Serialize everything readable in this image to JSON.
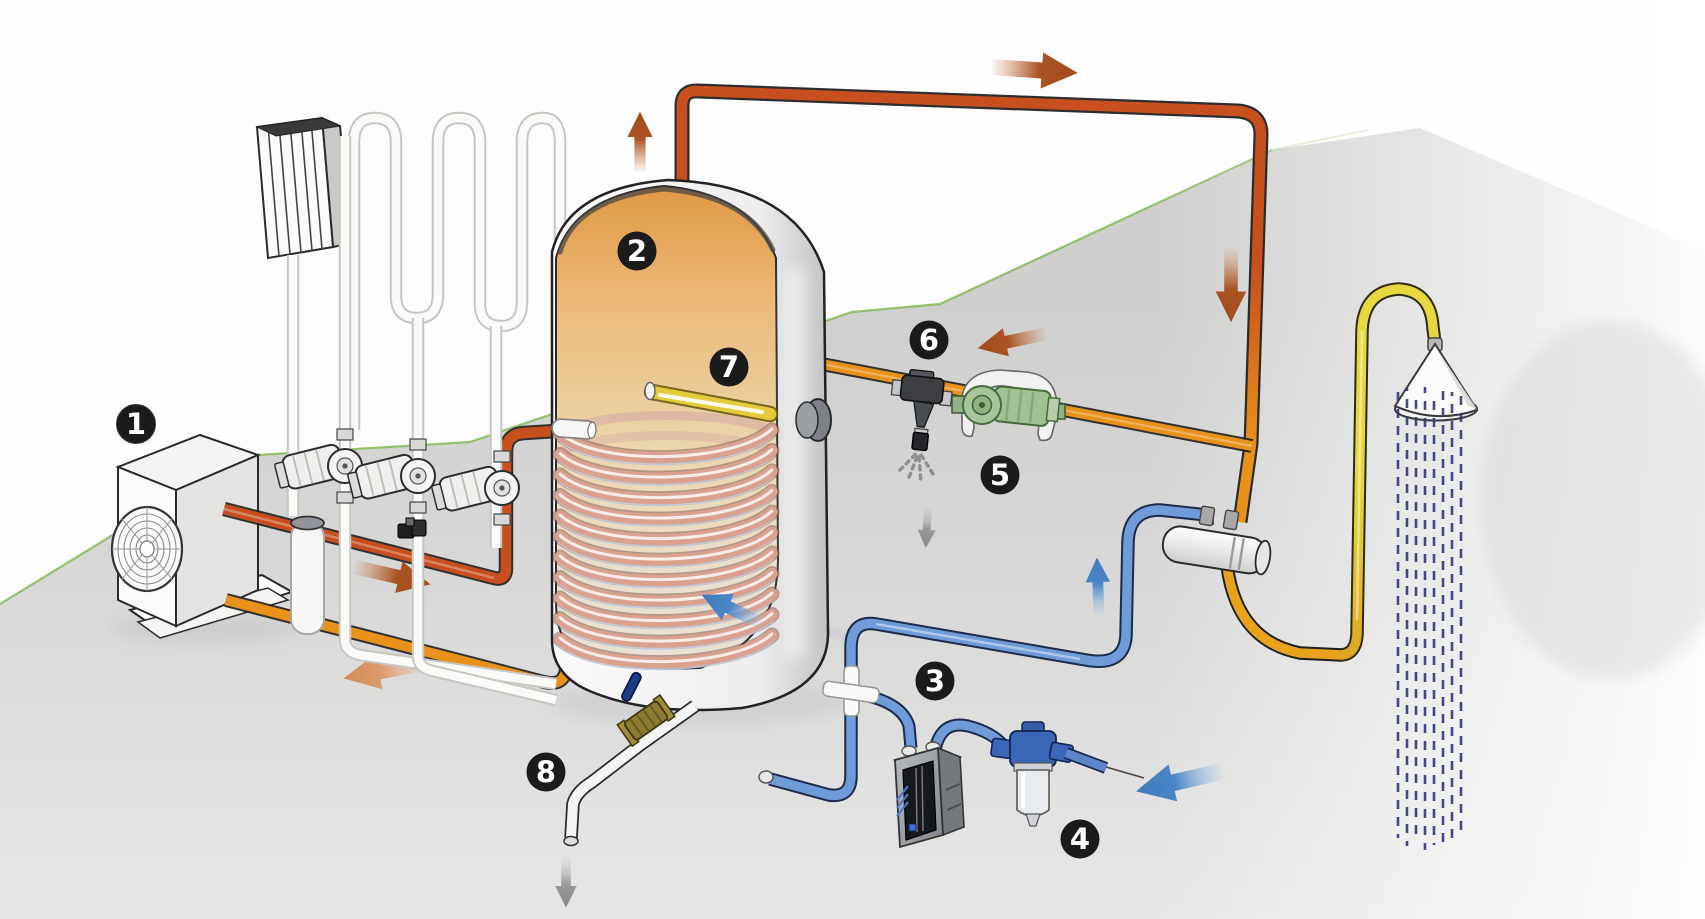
{
  "diagram": {
    "type": "air-source-heat-pump-hot-water-system-cutaway",
    "badges": [
      {
        "number": "1",
        "component": "air-source-heat-pump-outdoor-unit"
      },
      {
        "number": "2",
        "component": "hot-water-storage-cylinder"
      },
      {
        "number": "3",
        "component": "cold-feed-cross-junction"
      },
      {
        "number": "4",
        "component": "inline-water-filter"
      },
      {
        "number": "5",
        "component": "secondary-circulation-pump"
      },
      {
        "number": "6",
        "component": "pressure-relief-valve-with-tundish"
      },
      {
        "number": "7",
        "component": "immersion-heater-element"
      },
      {
        "number": "8",
        "component": "drain-valve"
      }
    ],
    "components": [
      "radiator",
      "underfloor-heating-loop",
      "heating-circulation-pumps",
      "buffer-volumizer-cylinder",
      "heat-exchanger-coil",
      "thermostatic-mixing-valve",
      "electronic-scale-inhibitor",
      "shower-head",
      "cold-mains-inlet",
      "drain-outlet"
    ],
    "arrows": [
      {
        "name": "hot-flow-out-of-cylinder-up",
        "direction": "up",
        "color": "#ab5423"
      },
      {
        "name": "hot-flow-across-top",
        "direction": "right",
        "color": "#ab5423"
      },
      {
        "name": "hot-flow-down-right-side",
        "direction": "down",
        "color": "#ab5423"
      },
      {
        "name": "recirculation-toward-cylinder",
        "direction": "left",
        "color": "#ab5423"
      },
      {
        "name": "heat-pump-flow-to-coil",
        "direction": "right",
        "color": "#ab5423"
      },
      {
        "name": "coil-return-to-heat-pump",
        "direction": "left",
        "color": "#dc9a6e"
      },
      {
        "name": "cold-mains-inlet-flow",
        "direction": "left",
        "color": "#4a87c8"
      },
      {
        "name": "cold-feed-rising-to-mixer",
        "direction": "up",
        "color": "#4a87c8"
      },
      {
        "name": "coil-inlet-into-tank",
        "direction": "up-left",
        "color": "#4a87c8"
      },
      {
        "name": "relief-valve-discharge",
        "direction": "down",
        "color": "#8f8f8f"
      },
      {
        "name": "drain-outlet-flow",
        "direction": "down",
        "color": "#8f8f8f"
      }
    ],
    "colors": {
      "hot_flow_pipe": "#c8501e",
      "warm_return_pipe": "#e8921c",
      "mixed_water_pipe": "#e0c934",
      "cold_water_pipe": "#6f9bd8",
      "heating_circuit_pipe": "#fafaf8",
      "coil": "#d9a18e",
      "coil_sheen_blue": "#c3d4ea",
      "tank_hot_top": "#e09742",
      "tank_warm_bottom": "#eadfcf",
      "immersion_element": "#e5ca3b",
      "pump_green": "#a3bf94",
      "brass_valve": "#8d7b31",
      "floor": "#d6d6d5",
      "floor_wall_line": "#85b95b",
      "badge_bg": "#1b1b1b",
      "badge_text": "#ffffff",
      "shower_droplets": "#323c7e"
    }
  }
}
